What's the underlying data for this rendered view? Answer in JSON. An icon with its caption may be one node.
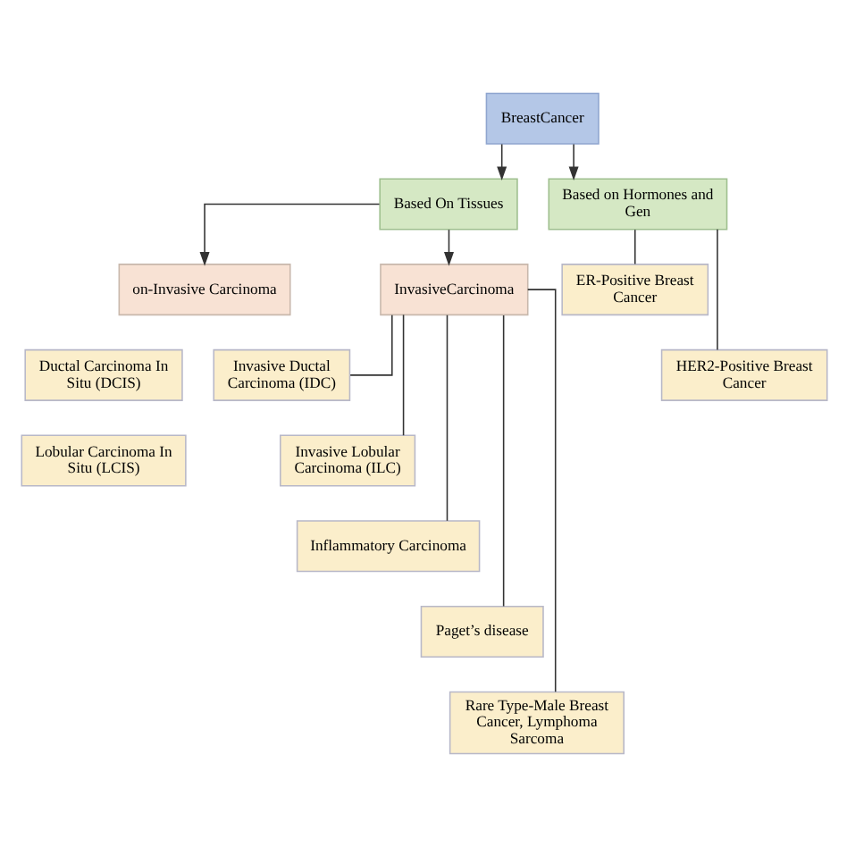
{
  "diagram": {
    "nodes": [
      {
        "text": [
          "BreastCancer"
        ]
      },
      {
        "text": [
          "Based On Tissues"
        ]
      },
      {
        "text": [
          "Based on Hormones and Gen"
        ]
      },
      {
        "text": [
          "on-Invasive Carcinoma"
        ]
      },
      {
        "text": [
          "InvasiveCarcinoma"
        ]
      },
      {
        "text": [
          "Ductal Carcinoma In Situ (DCIS)"
        ]
      },
      {
        "text": [
          "Lobular Carcinoma In Situ (LCIS)"
        ]
      },
      {
        "text": [
          "Invasive Ductal Carcinoma (IDC)"
        ]
      },
      {
        "text": [
          "Invasive Lobular Carcinoma (ILC)"
        ]
      },
      {
        "text": [
          "Inflammatory Carcinoma"
        ]
      },
      {
        "text": [
          "Paget’s disease"
        ]
      },
      {
        "text": [
          "Rare Type-Male Breast Cancer, Lymphoma Sarcoma"
        ]
      },
      {
        "text": [
          "ER-Positive Breast Cancer"
        ]
      },
      {
        "text": [
          "HER2-Positive Breast Cancer"
        ]
      }
    ],
    "edges": [
      {
        "from": 0,
        "to": 1,
        "arrow": "to"
      },
      {
        "from": 0,
        "to": 2,
        "arrow": "to"
      },
      {
        "from": 1,
        "to": 3,
        "arrow": "to"
      },
      {
        "from": 1,
        "to": 4,
        "arrow": "to"
      },
      {
        "from": 4,
        "to": 7,
        "arrow": "none"
      },
      {
        "from": 4,
        "to": 8,
        "arrow": "none"
      },
      {
        "from": 4,
        "to": 9,
        "arrow": "none"
      },
      {
        "from": 4,
        "to": 10,
        "arrow": "none"
      },
      {
        "from": 4,
        "to": 11,
        "arrow": "none"
      },
      {
        "from": 2,
        "to": 12,
        "arrow": "none"
      },
      {
        "from": 2,
        "to": 13,
        "arrow": "none"
      }
    ]
  }
}
